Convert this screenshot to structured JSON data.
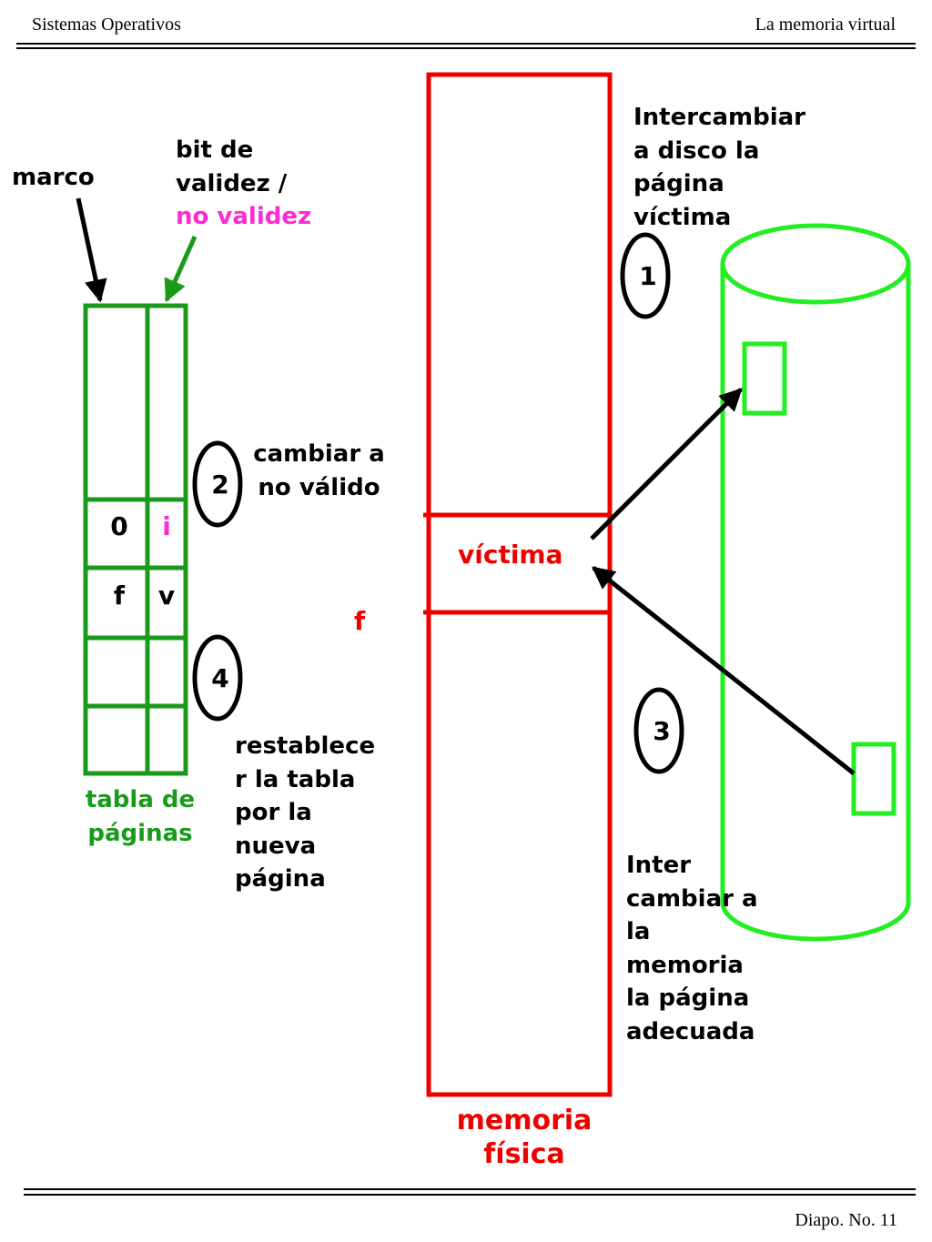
{
  "header": {
    "left": "Sistemas Operativos",
    "right": "La memoria virtual"
  },
  "footer": {
    "slide": "Diapo. No. 11"
  },
  "labels": {
    "marco": "marco",
    "bit_line1": "bit de",
    "bit_line2": "validez /",
    "bit_line3": "no validez",
    "table_line1": "tabla de",
    "table_line2": "páginas",
    "step2_line1": "cambiar a",
    "step2_line2": "no válido",
    "step4_lines": [
      "restablece",
      "r la tabla",
      "por la",
      "nueva",
      "página"
    ],
    "step1_lines": [
      "Intercambiar",
      "a disco la",
      "página",
      "víctima"
    ],
    "step3_lines": [
      "Inter",
      "cambiar a",
      "la",
      "memoria",
      "la página",
      "adecuada"
    ],
    "victima": "víctima",
    "frame_f": "f",
    "memoria_line1": "memoria",
    "memoria_line2": "física"
  },
  "page_table": {
    "rows": [
      {
        "frame": "0",
        "bit": "i"
      },
      {
        "frame": "f",
        "bit": "v"
      }
    ]
  },
  "steps": [
    "1",
    "2",
    "3",
    "4"
  ],
  "colors": {
    "table": "#1a9a1a",
    "memory": "#ee0000",
    "disk": "#22ee22",
    "invalid_bit": "#ff2ad4",
    "arrows": "#000000"
  }
}
